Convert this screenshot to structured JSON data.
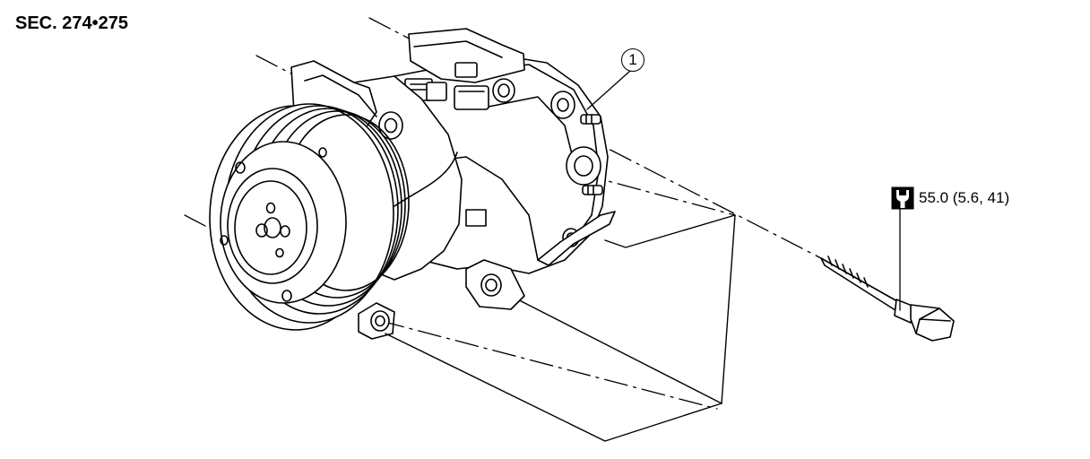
{
  "section": {
    "label": "SEC. 274•275"
  },
  "callouts": [
    {
      "number": "1"
    }
  ],
  "torque": {
    "value_text": "55.0 (5.6, 41)",
    "icon": "torque-wrench-icon"
  },
  "colors": {
    "ink": "#000000",
    "background": "#ffffff"
  }
}
